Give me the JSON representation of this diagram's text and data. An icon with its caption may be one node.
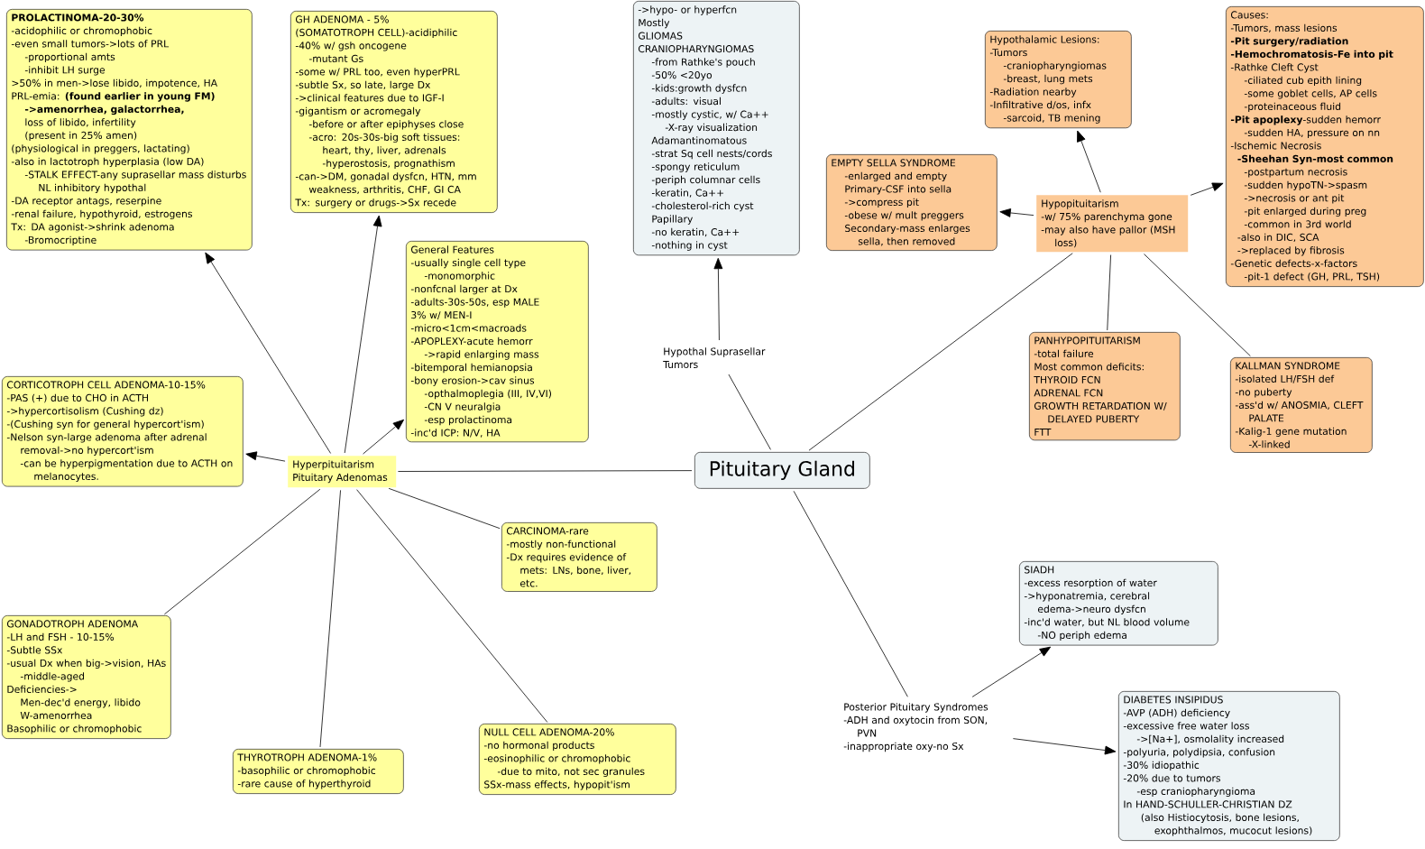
{
  "diagram": {
    "nodes": [
      {
        "text": [
          "PROLACTINOMA-20-30%",
          "-acidophilic or chromophobic",
          "-even small tumors->lots of PRL",
          "-proportional amts",
          "-inhibit LH surge",
          ">50% in men->lose libido, impotence, HA",
          "PRL-emia: **(found earlier in young FM)**",
          "->amenorrhea, galactorrhea,",
          "loss of libido, infertility",
          "(present in 25% amen)",
          "(physiological in preggers, lactating)",
          "-also in lactotroph hyperplasia (low DA)",
          "-STALK EFFECT-any suprasellar mass disturbs NL inhibitory hypothal",
          "-DA receptor antags, reserpine",
          "-renal failure, hypothyroid, estrogens",
          "Tx: DA agonist->shrink adenoma",
          "-Bromocriptine"
        ]
      },
      {
        "text": [
          "GH ADENOMA - 5%",
          "(SOMATOTROPH CELL)-acidiphilic",
          "-40% w/ gsh oncogene",
          "-mutant Gs",
          "-some w/ PRL too, even hyperPRL",
          "-subtle Sx, so late, large Dx",
          "->clinical features due to IGF-I",
          "-gigantism or acromegaly",
          "-before or after epiphyses close",
          "-acro: 20s-30s-big soft tissues: heart, thy, liver, adrenals",
          "-hyperostosis, prognathism",
          "-can->DM, gonadal dysfcn, HTN, mm weakness, arthritis, CHF, GI CA",
          "Tx: surgery or drugs->Sx recede"
        ]
      },
      {
        "text": [
          "General Features",
          "-usually single cell type",
          "-monomorphic",
          "-nonfcnal larger at Dx",
          "-adults-30s-50s, esp MALE",
          "3% w/ MEN-I",
          "-micro<1cm<macroads",
          "-APOPLEXY-acute hemorr",
          "->rapid enlarging mass",
          "-bitemporal hemianopsia",
          "-bony erosion->cav sinus",
          "-opthalmoplegia (III, IV,VI)",
          "-CN V neuralgia",
          "-esp prolactinoma",
          "-inc'd ICP: N/V, HA"
        ]
      },
      {
        "text": [
          "->hypo- or hyperfcn",
          "Mostly",
          "GLIOMAS",
          "CRANIOPHARYNGIOMAS",
          "-from Rathke's pouch",
          "-50% <20yo",
          "-kids:growth dysfcn",
          "-adults: visual",
          "-mostly cystic, w/ Ca++",
          "-X-ray visualization",
          "Adamantinomatous",
          "-strat Sq cell nests/cords",
          "-spongy reticulum",
          "-periph columnar cells",
          "-keratin, Ca++",
          "-cholesterol-rich cyst",
          "Papillary",
          "-no keratin, Ca++",
          "-nothing in cyst"
        ]
      },
      {
        "text": [
          "Hypothal Suprasellar Tumors"
        ]
      },
      {
        "text": [
          "Hypothalamic Lesions:",
          "-Tumors",
          "-craniopharyngiomas",
          "-breast, lung mets",
          "-Radiation nearby",
          "-Infiltrative d/os, infx",
          "-sarcoid, TB mening"
        ]
      },
      {
        "text": [
          "Causes:",
          "-Tumors, mass lesions",
          "-Pit surgery/radiation",
          "-Hemochromatosis-Fe into pit",
          "-Rathke Cleft Cyst",
          "-ciliated cub epith lining",
          "-some goblet cells, AP cells",
          "-proteinaceous fluid",
          "**-Pit apoplexy**-sudden hemorr",
          "-sudden HA, pressure on nn",
          "-Ischemic Necrosis",
          "-Sheehan Syn-most common",
          "-postpartum necrosis",
          "-sudden hypoTN->spasm",
          "->necrosis or ant pit",
          "-pit enlarged during preg",
          "-common in 3rd world",
          "-also in DIC, SCA",
          "->replaced by fibrosis",
          "-Genetic defects-x-factors",
          "-pit-1 defect (GH, PRL, TSH)"
        ]
      },
      {
        "text": [
          "EMPTY SELLA SYNDROME",
          "-enlarged and empty",
          "Primary-CSF into sella",
          "->compress pit",
          "-obese w/ mult preggers",
          "Secondary-mass enlarges sella, then removed"
        ]
      },
      {
        "text": [
          "Hypopituitarism",
          "-w/ 75% parenchyma gone",
          "-may also have pallor (MSH loss)"
        ]
      },
      {
        "text": [
          "PANHYPOPITUITARISM",
          "-total failure",
          "Most common deficits:",
          "THYROID FCN",
          "ADRENAL FCN",
          "GROWTH RETARDATION W/ DELAYED PUBERTY",
          "FTT"
        ]
      },
      {
        "text": [
          "KALLMAN SYNDROME",
          "-isolated LH/FSH def",
          "-no puberty",
          "-ass'd w/ ANOSMIA, CLEFT PALATE",
          "-Kalig-1 gene mutation",
          "-X-linked"
        ]
      },
      {
        "text": [
          "Pituitary Gland"
        ]
      },
      {
        "text": [
          "Hyperpituitarism",
          "Pituitary Adenomas"
        ]
      },
      {
        "text": [
          "CORTICOTROPH CELL ADENOMA-10-15%",
          "-PAS (+) due to CHO in ACTH",
          "->hypercortisolism (Cushing dz)",
          "-(Cushing syn for general hypercort'ism)",
          "-Nelson syn-large adenoma after adrenal removal->no hypercort'ism",
          "-can be hyperpigmentation due to ACTH on melanocytes."
        ]
      },
      {
        "text": [
          "CARCINOMA-rare",
          "-mostly non-functional",
          "-Dx requires evidence of mets: LNs, bone, liver, etc."
        ]
      },
      {
        "text": [
          "GONADOTROPH ADENOMA",
          "-LH and FSH - 10-15%",
          "-Subtle SSx",
          "-usual Dx when big->vision, HAs",
          "-middle-aged",
          "Deficiencies->",
          "Men-dec'd energy, libido",
          "W-amenorrhea",
          "Basophilic or chromophobic"
        ]
      },
      {
        "text": [
          "THYROTROPH ADENOMA-1%",
          "-basophilic or chromophobic",
          "-rare cause of hyperthyroid"
        ]
      },
      {
        "text": [
          "NULL CELL ADENOMA-20%",
          "-no hormonal products",
          "-eosinophilic or chromophobic",
          "-due to mito, not sec granules",
          "SSx-mass effects, hypopit'ism"
        ]
      },
      {
        "text": [
          "Posterior Pituitary Syndromes",
          "-ADH and oxytocin from SON, PVN",
          "-inappropriate oxy-no Sx"
        ]
      },
      {
        "text": [
          "SIADH",
          "-excess resorption of water",
          "->hyponatremia, cerebral edema->neuro dysfcn",
          "-inc'd water, but NL blood volume",
          "-NO periph edema"
        ]
      },
      {
        "text": [
          "DIABETES INSIPIDUS",
          "-AVP (ADH) deficiency",
          "-excessive free water loss",
          "->[Na+], osmolality increased",
          "-polyuria, polydipsia, confusion",
          "-30% idiopathic",
          "-20% due to tumors",
          "-esp craniopharyngioma",
          "In HAND-SCHULLER-CHRISTIAN DZ",
          "(also Histiocytosis, bone lesions, exophthalmos, mucocut lesions)"
        ]
      }
    ],
    "edges": [
      {
        "from": 12,
        "to": 0,
        "arrow": "to"
      },
      {
        "from": 12,
        "to": 1,
        "arrow": "to"
      },
      {
        "from": 12,
        "to": 2,
        "arrow": "to"
      },
      {
        "from": 12,
        "to": 13,
        "arrow": "to"
      },
      {
        "from": 12,
        "to": 14,
        "arrow": "none"
      },
      {
        "from": 12,
        "to": 15,
        "arrow": "none"
      },
      {
        "from": 12,
        "to": 16,
        "arrow": "none"
      },
      {
        "from": 12,
        "to": 17,
        "arrow": "none"
      },
      {
        "from": 11,
        "to": 12,
        "arrow": "none"
      },
      {
        "from": 11,
        "to": 4,
        "arrow": "none"
      },
      {
        "from": 4,
        "to": 3,
        "arrow": "to"
      },
      {
        "from": 11,
        "to": 8,
        "arrow": "none"
      },
      {
        "from": 8,
        "to": 5,
        "arrow": "to"
      },
      {
        "from": 8,
        "to": 6,
        "arrow": "to"
      },
      {
        "from": 8,
        "to": 7,
        "arrow": "to"
      },
      {
        "from": 8,
        "to": 9,
        "arrow": "none"
      },
      {
        "from": 8,
        "to": 10,
        "arrow": "none"
      },
      {
        "from": 11,
        "to": 18,
        "arrow": "none"
      },
      {
        "from": 18,
        "to": 19,
        "arrow": "to"
      },
      {
        "from": 18,
        "to": 20,
        "arrow": "to"
      }
    ]
  }
}
